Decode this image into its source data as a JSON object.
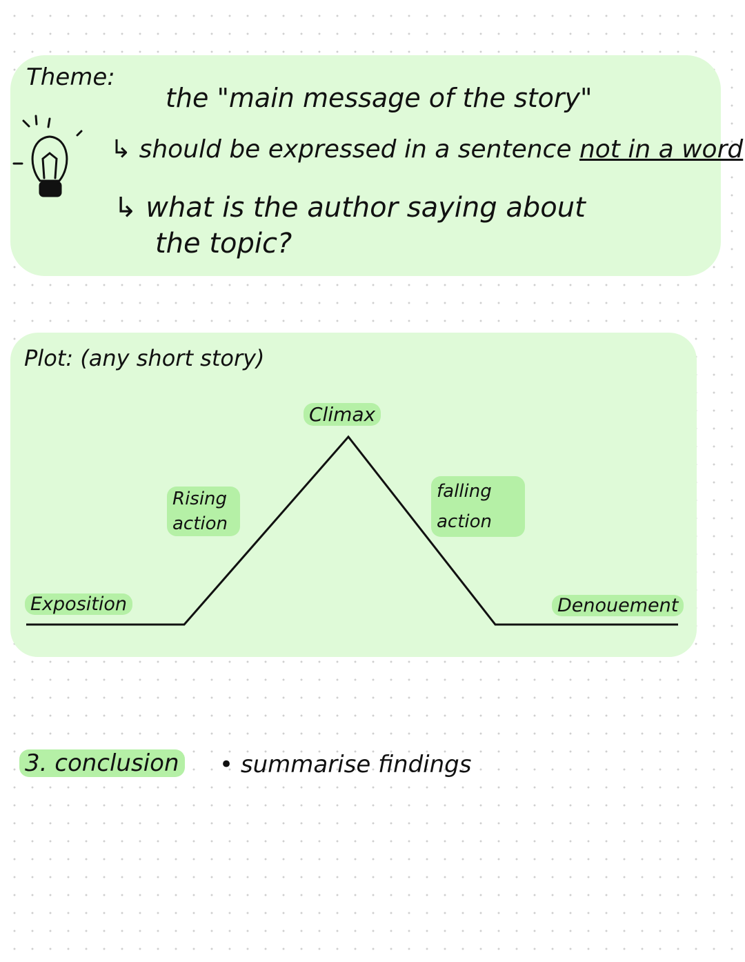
{
  "theme": {
    "heading": "Theme:",
    "definition": "the \"main message of the story\"",
    "point1_prefix": "↳ should be expressed in a sentence",
    "point1_emphasis": "not in a word",
    "point2_line1": "↳ what is the author saying about",
    "point2_line2": "the topic?",
    "icon": "lightbulb-icon"
  },
  "plot": {
    "heading": "Plot: (any short story)",
    "stages": {
      "exposition": "Exposition",
      "rising": "Rising action",
      "climax": "Climax",
      "falling": "falling action",
      "denouement": "Denouement"
    }
  },
  "conclusion": {
    "label": "3. conclusion",
    "bullet": "• summarise findings"
  },
  "colors": {
    "highlight": "#b5f0a6",
    "background_blob": "#dffad8"
  }
}
